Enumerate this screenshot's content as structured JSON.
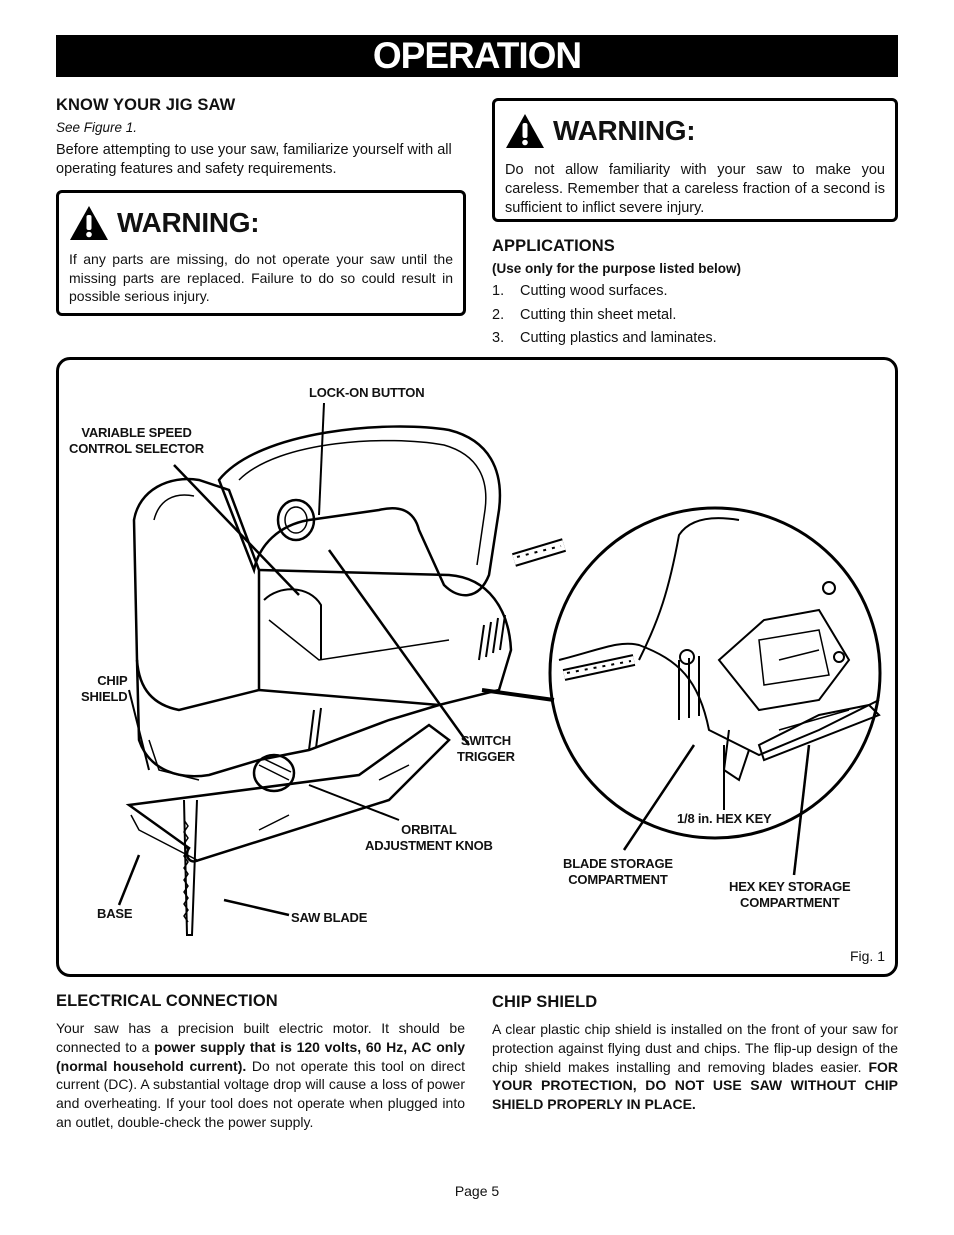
{
  "header": {
    "title": "OPERATION"
  },
  "know_your_saw": {
    "heading": "KNOW YOUR JIG SAW",
    "see_figure": "See Figure 1.",
    "body": "Before attempting to use your saw, familiarize yourself with all operating features and safety requirements."
  },
  "warning_left": {
    "title": "WARNING:",
    "body": "If any parts are missing, do not operate your saw until the missing parts are replaced. Failure to do so could result in possible serious injury."
  },
  "warning_right": {
    "title": "WARNING:",
    "body": "Do not allow familiarity with your saw to make you careless. Remember that a careless fraction of a second is sufficient to inflict severe injury."
  },
  "applications": {
    "heading": "APPLICATIONS",
    "subheading": "(Use only for the purpose listed below)",
    "items": [
      {
        "num": "1.",
        "text": "Cutting wood surfaces."
      },
      {
        "num": "2.",
        "text": "Cutting thin sheet metal."
      },
      {
        "num": "3.",
        "text": "Cutting plastics and laminates."
      }
    ]
  },
  "figure": {
    "caption": "Fig. 1",
    "labels": {
      "lock_on_button": "LOCK-ON BUTTON",
      "variable_speed_1": "VARIABLE SPEED",
      "variable_speed_2": "CONTROL SELECTOR",
      "chip_shield_1": "CHIP",
      "chip_shield_2": "SHIELD",
      "switch_trigger_1": "SWITCH",
      "switch_trigger_2": "TRIGGER",
      "hex_key": "1/8 in. HEX KEY",
      "orbital_1": "ORBITAL",
      "orbital_2": "ADJUSTMENT KNOB",
      "blade_storage_1": "BLADE STORAGE",
      "blade_storage_2": "COMPARTMENT",
      "hex_key_storage_1": "HEX KEY STORAGE",
      "hex_key_storage_2": "COMPARTMENT",
      "base": "BASE",
      "saw_blade": "SAW BLADE"
    }
  },
  "electrical": {
    "heading": "ELECTRICAL CONNECTION",
    "text_1": "Your saw has a precision built electric motor. It should be connected to a ",
    "bold_1": "power supply that is 120 volts, 60 Hz, AC only (normal household current).",
    "text_2": " Do not operate this tool on direct current (DC). A substantial voltage drop will cause a loss of power and overheating. If your tool does not operate when plugged into an outlet, double-check the power supply."
  },
  "chip_shield": {
    "heading": "CHIP SHIELD",
    "text_1": "A clear plastic chip shield is installed on the front of your saw for protection against flying dust and chips. The flip-up design of the chip shield makes installing and removing blades easier. ",
    "bold_1": "FOR YOUR PROTECTION, DO NOT USE SAW WITHOUT CHIP SHIELD PROPERLY IN PLACE."
  },
  "footer": {
    "page": "Page 5"
  }
}
